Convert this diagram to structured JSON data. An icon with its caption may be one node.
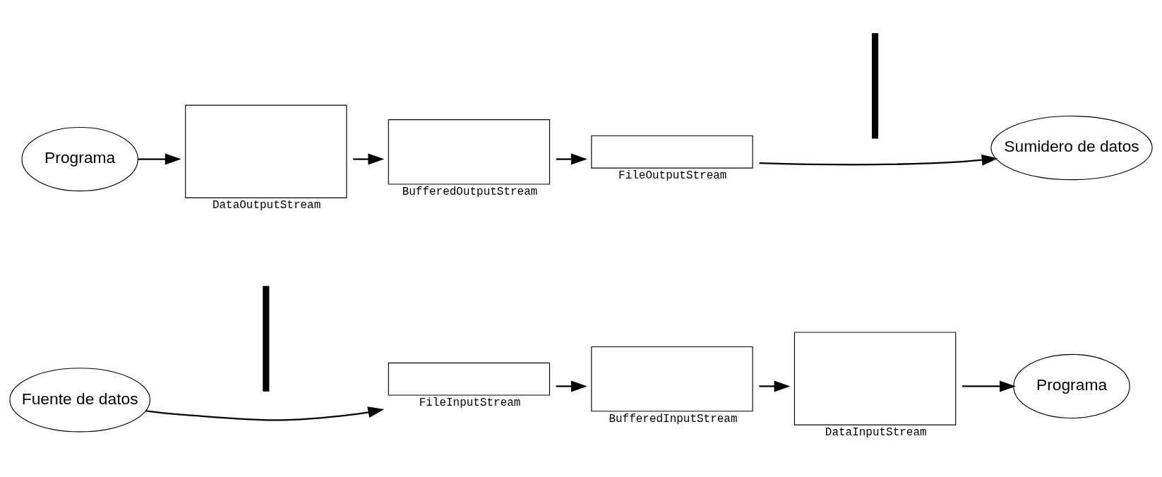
{
  "diagram": {
    "nodes": [
      {
        "text": [
          "Fuente de datos"
        ]
      },
      {
        "text": [],
        "shape": "bar"
      },
      {
        "text": [],
        "shape": "box",
        "beside": [
          "FileInputStream"
        ]
      },
      {
        "text": [],
        "shape": "box",
        "beside": [
          "BufferedInputStream"
        ]
      },
      {
        "text": [],
        "shape": "box",
        "beside": [
          "DataInputStream"
        ]
      },
      {
        "text": [
          "Programa"
        ]
      },
      {
        "text": [
          "Programa"
        ]
      },
      {
        "text": [],
        "shape": "box",
        "beside": [
          "DataOutputStream"
        ]
      },
      {
        "text": [],
        "shape": "box",
        "beside": [
          "BufferedOutputStream"
        ]
      },
      {
        "text": [],
        "shape": "box",
        "beside": [
          "FileOutputStream"
        ]
      },
      {
        "text": [],
        "shape": "bar"
      },
      {
        "text": [
          "Sumidero de datos"
        ]
      }
    ],
    "edges": [
      {
        "from": 0,
        "to": 2,
        "arrow": "to"
      },
      {
        "from": 2,
        "to": 3,
        "arrow": "to"
      },
      {
        "from": 3,
        "to": 4,
        "arrow": "to"
      },
      {
        "from": 4,
        "to": 5,
        "arrow": "to"
      },
      {
        "from": 6,
        "to": 7,
        "arrow": "to"
      },
      {
        "from": 7,
        "to": 8,
        "arrow": "to"
      },
      {
        "from": 8,
        "to": 9,
        "arrow": "to"
      },
      {
        "from": 9,
        "to": 11,
        "arrow": "to"
      }
    ]
  }
}
